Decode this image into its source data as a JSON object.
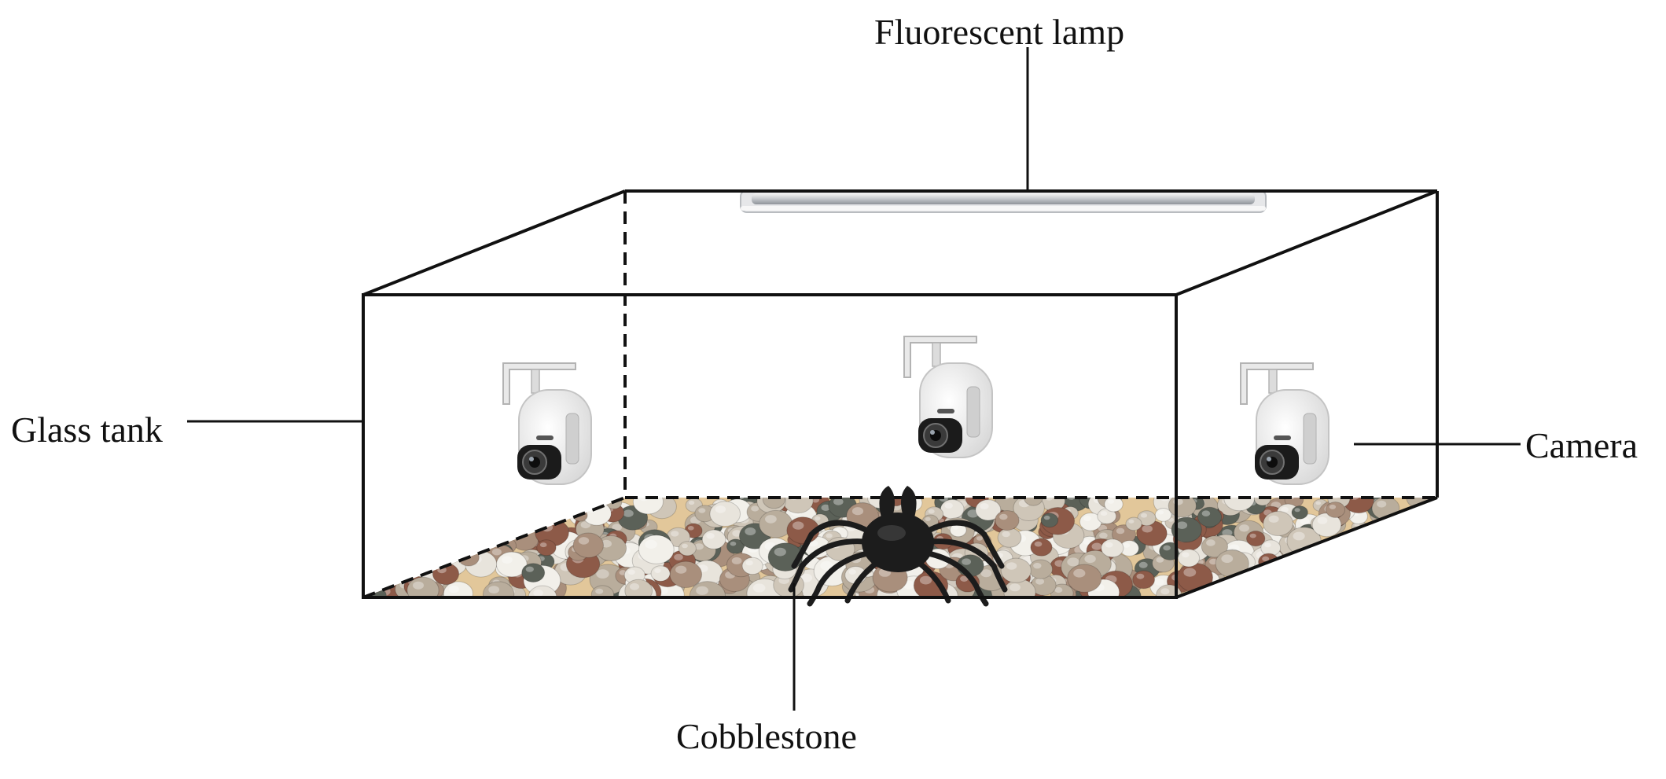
{
  "labels": {
    "lamp": "Fluorescent lamp",
    "glass_tank": "Glass tank",
    "camera": "Camera",
    "cobblestone": "Cobblestone"
  },
  "colors": {
    "line": "#111111",
    "gravel_base": "#e2c79a",
    "stone_palette": [
      "#cfc6b8",
      "#b9ad9c",
      "#e8e4dc",
      "#8d5a48",
      "#5b6158",
      "#a98f7c",
      "#f2f0ea"
    ],
    "camera_body": "#f4f4f4",
    "crab": "#1c1c1c"
  },
  "icons": {
    "lamp": "fluorescent-tube-icon",
    "camera": "dome-camera-icon",
    "crab": "crab-icon"
  }
}
